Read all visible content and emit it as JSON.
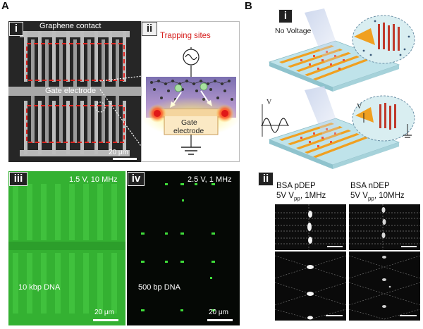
{
  "panel_a": {
    "letter": "A",
    "sub_i": {
      "label": "i",
      "graphene_contact": "Graphene contact",
      "gate_electrode": "Gate electrode",
      "scale": "20 μm"
    },
    "sub_ii": {
      "label": "ii",
      "trapping_sites": "Trapping sites",
      "gate_line1": "Gate",
      "gate_line2": "electrode"
    },
    "sub_iii": {
      "label": "iii",
      "condition": "1.5 V, 10 MHz",
      "sample": "10 kbp DNA",
      "scale": "20 μm"
    },
    "sub_iv": {
      "label": "iv",
      "condition": "2.5 V, 1 MHz",
      "sample": "500 bp DNA",
      "scale": "20 μm"
    }
  },
  "panel_b": {
    "letter": "B",
    "sub_i": {
      "label": "i",
      "no_voltage": "No Voltage",
      "v_axis": "V",
      "v_probe": "V"
    },
    "sub_ii": {
      "label": "ii",
      "left_title": "BSA pDEP",
      "left_condition": "5V V",
      "left_sub": "pp",
      "left_freq": ", 1MHz",
      "right_title": "BSA nDEP",
      "right_condition": "5V V",
      "right_sub": "pp",
      "right_freq": ", 10MHz"
    }
  },
  "colors": {
    "trap_red": "#d6201f",
    "fluor_green": "#3ec43c",
    "electrode_orange": "#f0a020",
    "substrate_blue": "#bfe3ea"
  }
}
